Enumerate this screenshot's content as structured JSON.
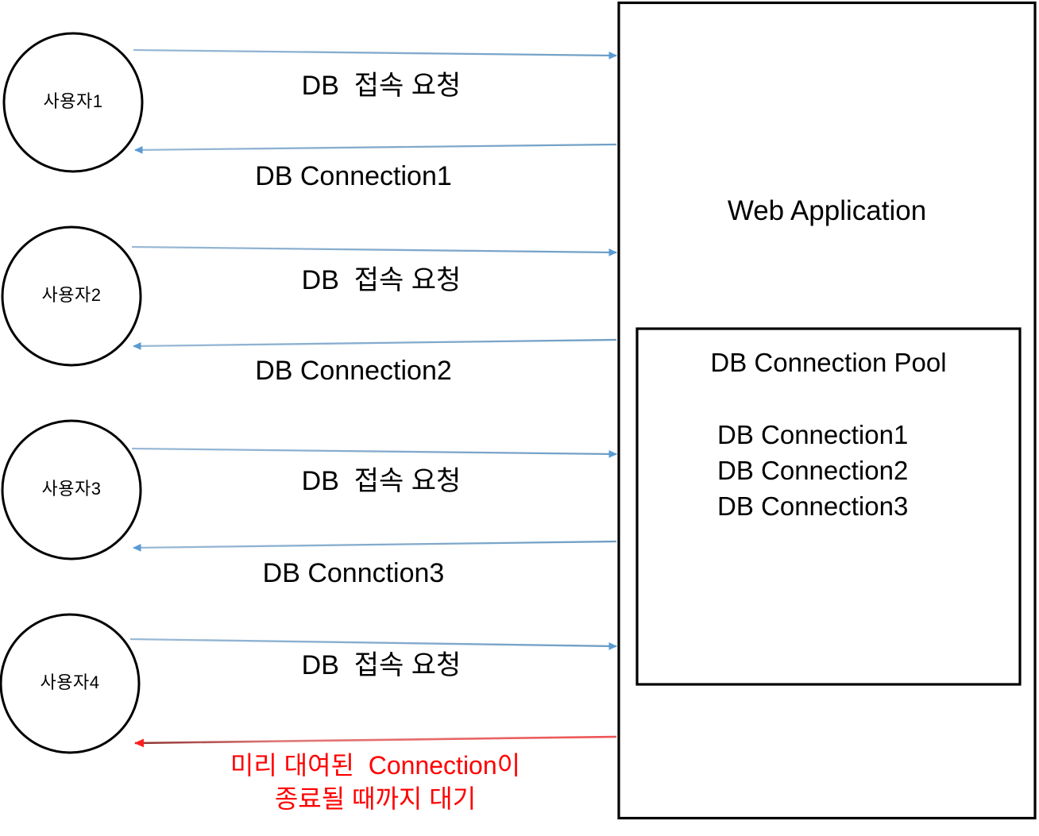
{
  "diagram": {
    "title_semantic": "db-connection-pool-flow-diagram",
    "colors": {
      "request_arrow": "#5b9bd5",
      "request_arrow_line": "#7ba7cf",
      "wait_arrow": "#ff0000",
      "wait_arrow_line": "#e58b8b",
      "shape_stroke": "#000000",
      "background": "#ffffff",
      "wait_text": "#ff0000"
    },
    "users": [
      {
        "label": "사용자1",
        "request_label": "DB  접속 요청",
        "response_label": "DB Connection1"
      },
      {
        "label": "사용자2",
        "request_label": "DB  접속 요청",
        "response_label": "DB Connection2"
      },
      {
        "label": "사용자3",
        "request_label": "DB  접속 요청",
        "response_label": "DB Connction3"
      },
      {
        "label": "사용자4",
        "request_label": "DB  접속 요청",
        "response_label": ""
      }
    ],
    "server": {
      "title": "Web Application",
      "pool": {
        "title": "DB Connection Pool",
        "connections": [
          "DB Connection1",
          "DB Connection2",
          "DB Connection3"
        ]
      }
    },
    "wait_note": {
      "line1": "미리 대여된  Connection이",
      "line2": "종료될 때까지 대기"
    }
  }
}
